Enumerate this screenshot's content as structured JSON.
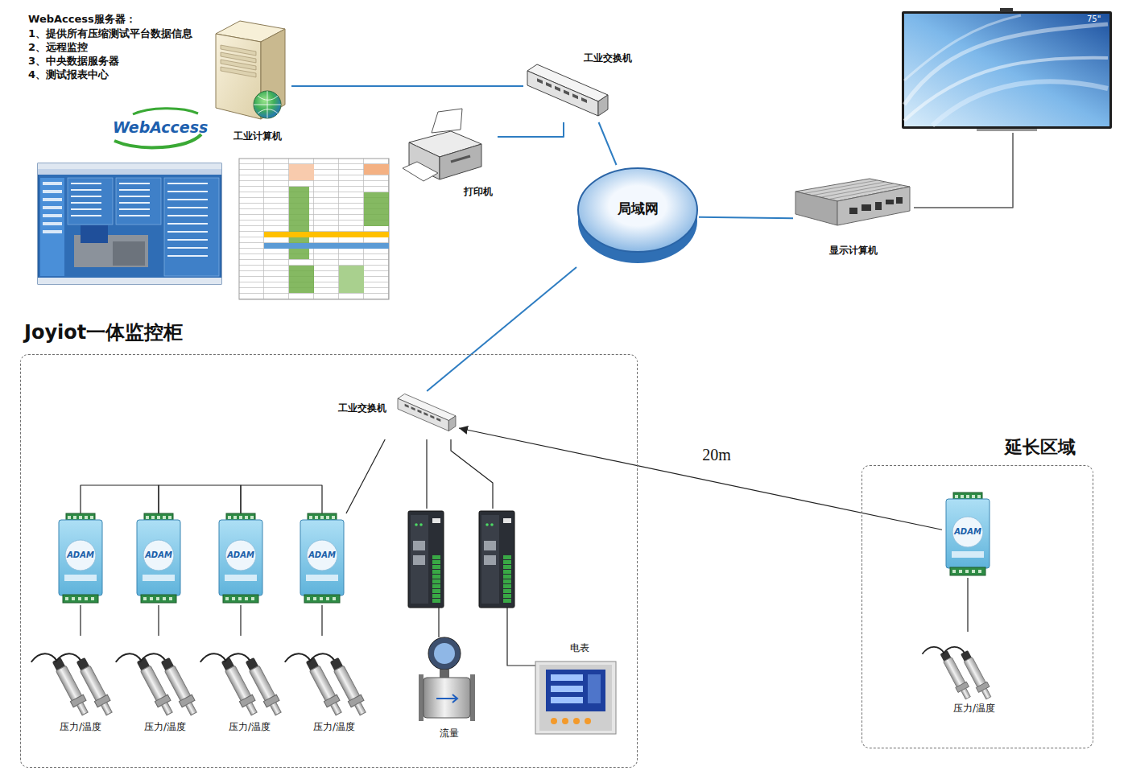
{
  "diagram": {
    "nodes": [
      {
        "text": [
          "工业计算机"
        ]
      },
      {
        "text": [
          "工业交换机"
        ]
      },
      {
        "text": [
          "75\""
        ]
      },
      {
        "text": [
          "打印机"
        ]
      },
      {
        "text": [
          "局域网"
        ]
      },
      {
        "text": [
          "显示计算机"
        ]
      },
      {
        "text": [
          "Joyiot一体监控柜"
        ]
      },
      {
        "text": [
          "工业交换机"
        ],
        "in": 6
      },
      {
        "text": [
          "ADAM"
        ],
        "in": 6
      },
      {
        "text": [
          "ADAM"
        ],
        "in": 6
      },
      {
        "text": [
          "ADAM"
        ],
        "in": 6
      },
      {
        "text": [
          "ADAM"
        ],
        "in": 6
      },
      {
        "text": [
          "流量"
        ],
        "in": 6
      },
      {
        "text": [
          "电表"
        ],
        "in": 6
      },
      {
        "text": [
          "压力/温度"
        ],
        "in": 6
      },
      {
        "text": [
          "压力/温度"
        ],
        "in": 6
      },
      {
        "text": [
          "压力/温度"
        ],
        "in": 6
      },
      {
        "text": [
          "压力/温度"
        ],
        "in": 6
      },
      {
        "text": [
          "延长区域"
        ]
      },
      {
        "text": [
          "ADAM"
        ],
        "in": 18
      },
      {
        "text": [
          "压力/温度"
        ],
        "in": 18
      }
    ],
    "edges": [
      {
        "from": 0,
        "to": 1,
        "arrow": "none"
      },
      {
        "from": 3,
        "to": 1,
        "arrow": "none"
      },
      {
        "from": 1,
        "to": 4,
        "arrow": "none"
      },
      {
        "from": 4,
        "to": 5,
        "arrow": "none"
      },
      {
        "from": 5,
        "to": 2,
        "arrow": "none"
      },
      {
        "from": 4,
        "to": 7,
        "arrow": "none"
      },
      {
        "from": 7,
        "to": 11,
        "arrow": "none"
      },
      {
        "from": 8,
        "to": 9,
        "arrow": "none"
      },
      {
        "from": 9,
        "to": 10,
        "arrow": "none"
      },
      {
        "from": 10,
        "to": 11,
        "arrow": "none"
      },
      {
        "from": 7,
        "to": 12,
        "arrow": "none"
      },
      {
        "from": 7,
        "to": 13,
        "arrow": "none"
      },
      {
        "from": 8,
        "to": 14,
        "arrow": "none"
      },
      {
        "from": 9,
        "to": 15,
        "arrow": "none"
      },
      {
        "from": 10,
        "to": 16,
        "arrow": "none"
      },
      {
        "from": 11,
        "to": 17,
        "arrow": "none"
      },
      {
        "from": 19,
        "to": 7,
        "arrow": "to",
        "label": "20m"
      },
      {
        "from": 19,
        "to": 20,
        "arrow": "none"
      }
    ],
    "labels": [
      "WebAccess服务器：",
      "1、提供所有压缩测试平台数据信息",
      "2、远程监控",
      "3、中央数据服务器",
      "4、测试报表中心",
      "WebAccess"
    ]
  }
}
